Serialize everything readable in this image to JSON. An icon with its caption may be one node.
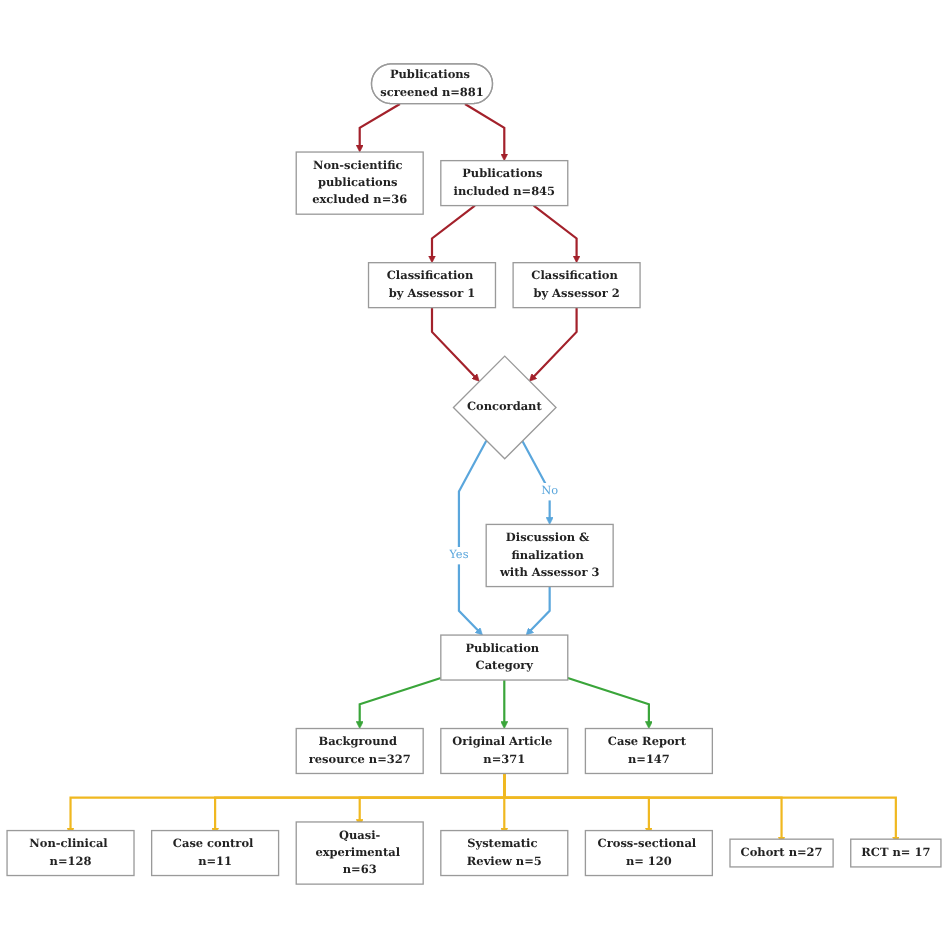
{
  "diagram": {
    "nodes": [
      {
        "text": [
          "Publications screened n=881"
        ]
      },
      {
        "text": [
          "Non-scientific publications excluded n=36"
        ]
      },
      {
        "text": [
          "Publications included n=845"
        ]
      },
      {
        "text": [
          "Classification by Assessor 1"
        ]
      },
      {
        "text": [
          "Classification by Assessor 2"
        ]
      },
      {
        "text": [
          "Concordant"
        ]
      },
      {
        "text": [
          "Discussion & finalization with Assessor 3"
        ]
      },
      {
        "text": [
          "Publication Category"
        ]
      },
      {
        "text": [
          "Background resource n=327"
        ]
      },
      {
        "text": [
          "Original Article n=371"
        ]
      },
      {
        "text": [
          "Case Report n=147"
        ]
      },
      {
        "text": [
          "Non-clinical n=128"
        ]
      },
      {
        "text": [
          "Case control n=11"
        ]
      },
      {
        "text": [
          "Quasi-experimental n=63"
        ]
      },
      {
        "text": [
          "Systematic Review n=5"
        ]
      },
      {
        "text": [
          "Cross-sectional n= 120"
        ]
      },
      {
        "text": [
          "Cohort n=27"
        ]
      },
      {
        "text": [
          "RCT n= 17"
        ]
      }
    ],
    "edges": [
      {
        "from": 0,
        "to": 1,
        "arrow": "to",
        "color": "#a3212b"
      },
      {
        "from": 0,
        "to": 2,
        "arrow": "to",
        "color": "#a3212b"
      },
      {
        "from": 2,
        "to": 3,
        "arrow": "to",
        "color": "#a3212b"
      },
      {
        "from": 2,
        "to": 4,
        "arrow": "to",
        "color": "#a3212b"
      },
      {
        "from": 3,
        "to": 5,
        "arrow": "to",
        "color": "#a3212b"
      },
      {
        "from": 4,
        "to": 5,
        "arrow": "to",
        "color": "#a3212b"
      },
      {
        "from": 5,
        "to": 6,
        "arrow": "to",
        "label": "No",
        "color": "#5aa6dc"
      },
      {
        "from": 5,
        "to": 7,
        "arrow": "to",
        "label": "Yes",
        "color": "#5aa6dc"
      },
      {
        "from": 6,
        "to": 7,
        "arrow": "to",
        "color": "#5aa6dc"
      },
      {
        "from": 7,
        "to": 8,
        "arrow": "to",
        "color": "#3aa53a"
      },
      {
        "from": 7,
        "to": 9,
        "arrow": "to",
        "color": "#3aa53a"
      },
      {
        "from": 7,
        "to": 10,
        "arrow": "to",
        "color": "#3aa53a"
      },
      {
        "from": 9,
        "to": 11,
        "arrow": "to"
      },
      {
        "from": 9,
        "to": 12,
        "arrow": "to"
      },
      {
        "from": 9,
        "to": 13,
        "arrow": "to"
      },
      {
        "from": 9,
        "to": 14,
        "arrow": "to"
      },
      {
        "from": 9,
        "to": 15,
        "arrow": "to"
      },
      {
        "from": 9,
        "to": 16,
        "arrow": "to"
      },
      {
        "from": 9,
        "to": 17,
        "arrow": "to"
      }
    ]
  }
}
